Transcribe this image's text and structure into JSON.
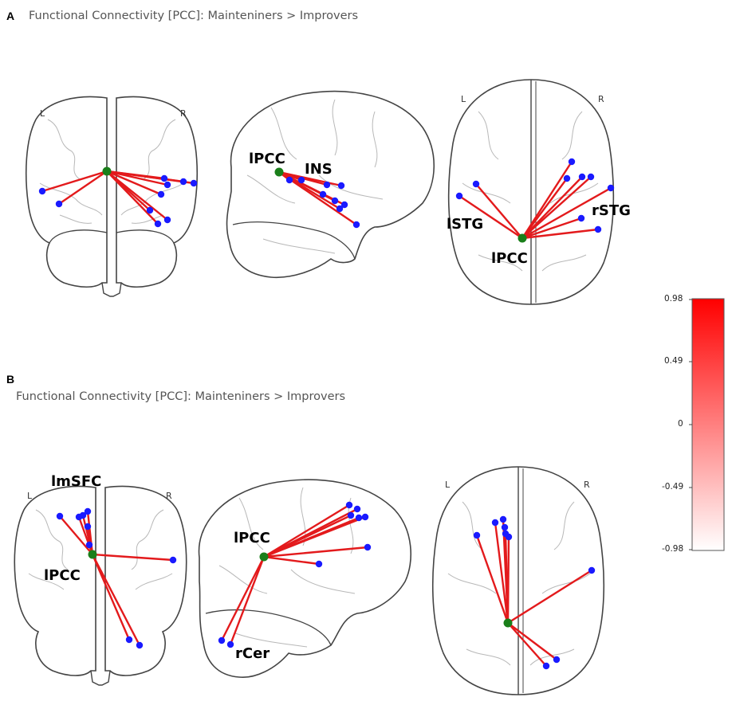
{
  "panels": [
    {
      "letter": "A",
      "title": "Functional Connectivity [PCC]: Mainteniners > Improvers"
    },
    {
      "letter": "B",
      "title": "Functional Connectivity [PCC]: Mainteniners > Improvers"
    }
  ],
  "views": {
    "left_label": "L",
    "right_label": "R"
  },
  "annotations": {
    "a_sag_seed": "lPCC",
    "a_sag_target": "INS",
    "a_ax_left": "lSTG",
    "a_ax_right": "rSTG",
    "a_ax_seed": "lPCC",
    "b_cor_top": "lmSFC",
    "b_cor_seed": "lPCC",
    "b_sag_seed": "lPCC",
    "b_sag_target": "rCer"
  },
  "colorbar": {
    "ticks": [
      "0.98",
      "0.49",
      "0",
      "-0.49",
      "-0.98"
    ],
    "color_max": "#ff0000",
    "color_min": "#ffffff"
  },
  "colors": {
    "edge": "#e31a1c",
    "seed": "#1a7f1a",
    "target": "#1a1aff",
    "outline": "#444444",
    "sulci": "#b8b8b8"
  }
}
